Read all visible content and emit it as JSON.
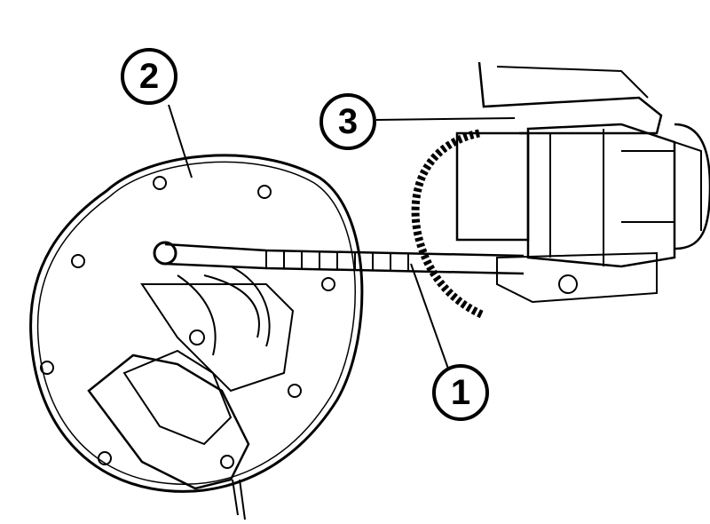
{
  "diagram": {
    "callouts": [
      {
        "label": "1",
        "part": "hose"
      },
      {
        "label": "2",
        "part": "flange"
      },
      {
        "label": "3",
        "part": "pump-assembly"
      }
    ],
    "colors": {
      "line": "#000000",
      "background": "#ffffff"
    }
  }
}
